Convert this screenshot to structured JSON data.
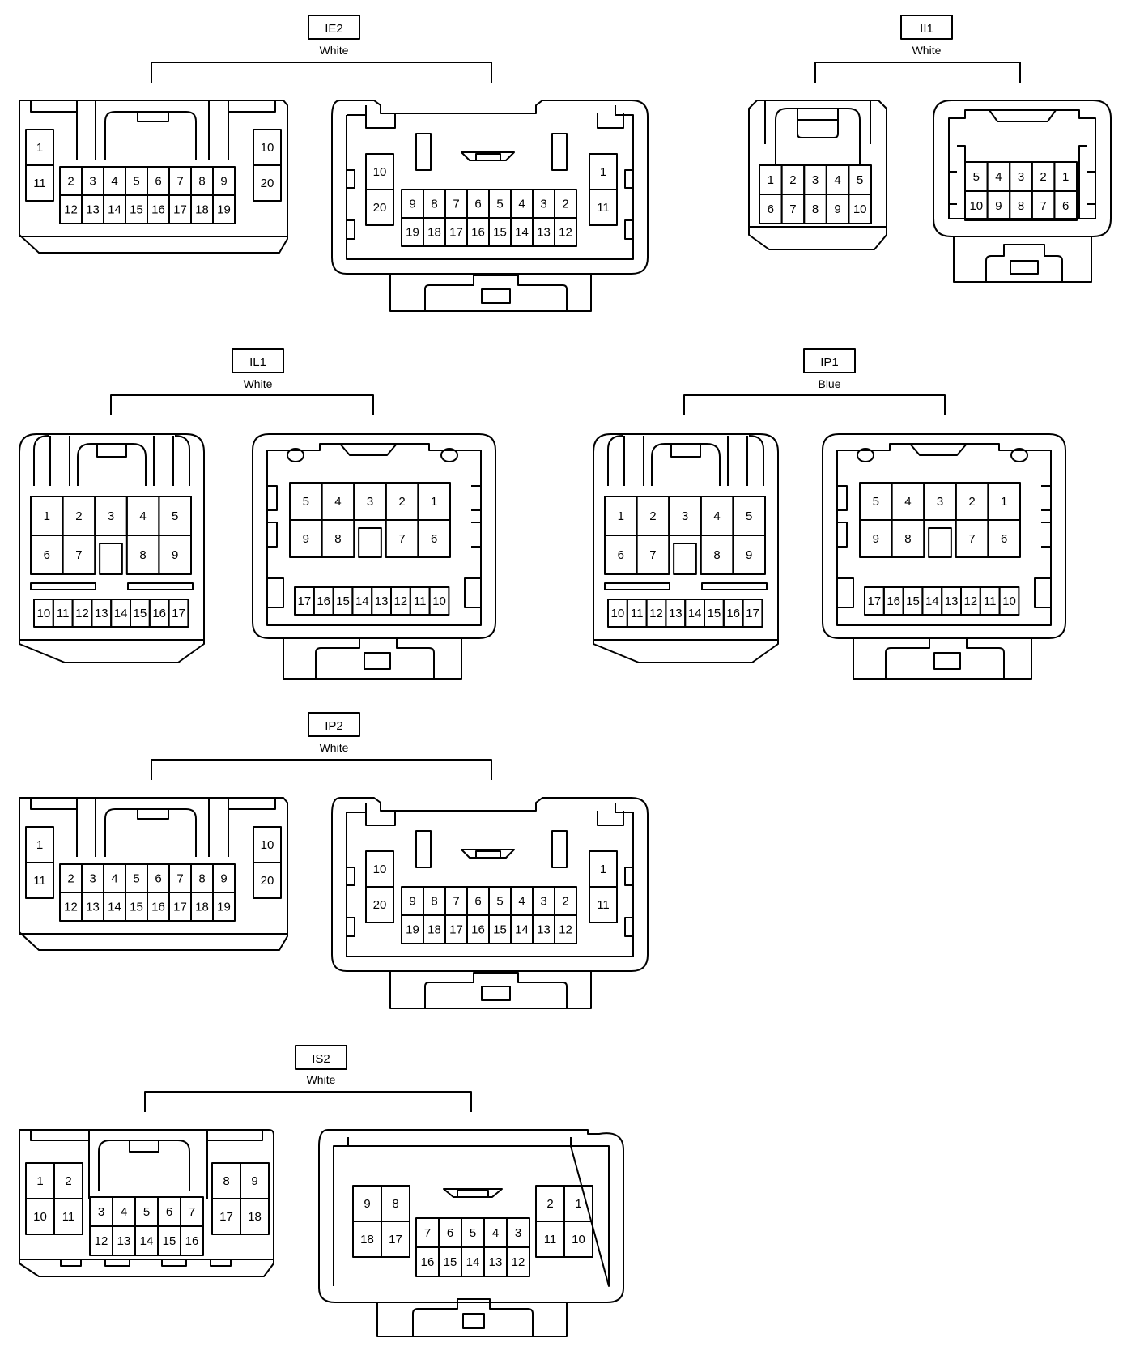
{
  "connectors": [
    {
      "id": "ie2",
      "name": "IE2",
      "color": "White"
    },
    {
      "id": "ii1",
      "name": "II1",
      "color": "White"
    },
    {
      "id": "il1",
      "name": "IL1",
      "color": "White"
    },
    {
      "id": "ip1",
      "name": "IP1",
      "color": "Blue"
    },
    {
      "id": "ip2",
      "name": "IP2",
      "color": "White"
    },
    {
      "id": "is2",
      "name": "IS2",
      "color": "White"
    }
  ],
  "pins": {
    "type20_male": [
      [
        "1",
        "11"
      ],
      [
        "2",
        "3",
        "4",
        "5",
        "6",
        "7",
        "8",
        "9"
      ],
      [
        "12",
        "13",
        "14",
        "15",
        "16",
        "17",
        "18",
        "19"
      ],
      [
        "10",
        "20"
      ]
    ],
    "type20_female": [
      [
        "10",
        "20"
      ],
      [
        "9",
        "8",
        "7",
        "6",
        "5",
        "4",
        "3",
        "2"
      ],
      [
        "19",
        "18",
        "17",
        "16",
        "15",
        "14",
        "13",
        "12"
      ],
      [
        "1",
        "11"
      ]
    ],
    "type10_male": [
      [
        "1",
        "2",
        "3",
        "4",
        "5"
      ],
      [
        "6",
        "7",
        "8",
        "9",
        "10"
      ]
    ],
    "type10_female": [
      [
        "5",
        "4",
        "3",
        "2",
        "1"
      ],
      [
        "10",
        "9",
        "8",
        "7",
        "6"
      ]
    ],
    "type17_male": [
      [
        "1",
        "2",
        "3",
        "4",
        "5"
      ],
      [
        "6",
        "7",
        "",
        "8",
        "9"
      ],
      [
        "10",
        "11",
        "12",
        "13",
        "14",
        "15",
        "16",
        "17"
      ]
    ],
    "type17_female": [
      [
        "5",
        "4",
        "3",
        "2",
        "1"
      ],
      [
        "9",
        "8",
        "",
        "7",
        "6"
      ],
      [
        "17",
        "16",
        "15",
        "14",
        "13",
        "12",
        "11",
        "10"
      ]
    ],
    "type18_male": [
      [
        "1",
        "2"
      ],
      [
        "10",
        "11"
      ],
      [
        "3",
        "4",
        "5",
        "6",
        "7"
      ],
      [
        "12",
        "13",
        "14",
        "15",
        "16"
      ],
      [
        "8",
        "9"
      ],
      [
        "17",
        "18"
      ]
    ],
    "type18_female": [
      [
        "9",
        "8"
      ],
      [
        "18",
        "17"
      ],
      [
        "7",
        "6",
        "5",
        "4",
        "3"
      ],
      [
        "16",
        "15",
        "14",
        "13",
        "12"
      ],
      [
        "2",
        "1"
      ],
      [
        "11",
        "10"
      ]
    ]
  }
}
